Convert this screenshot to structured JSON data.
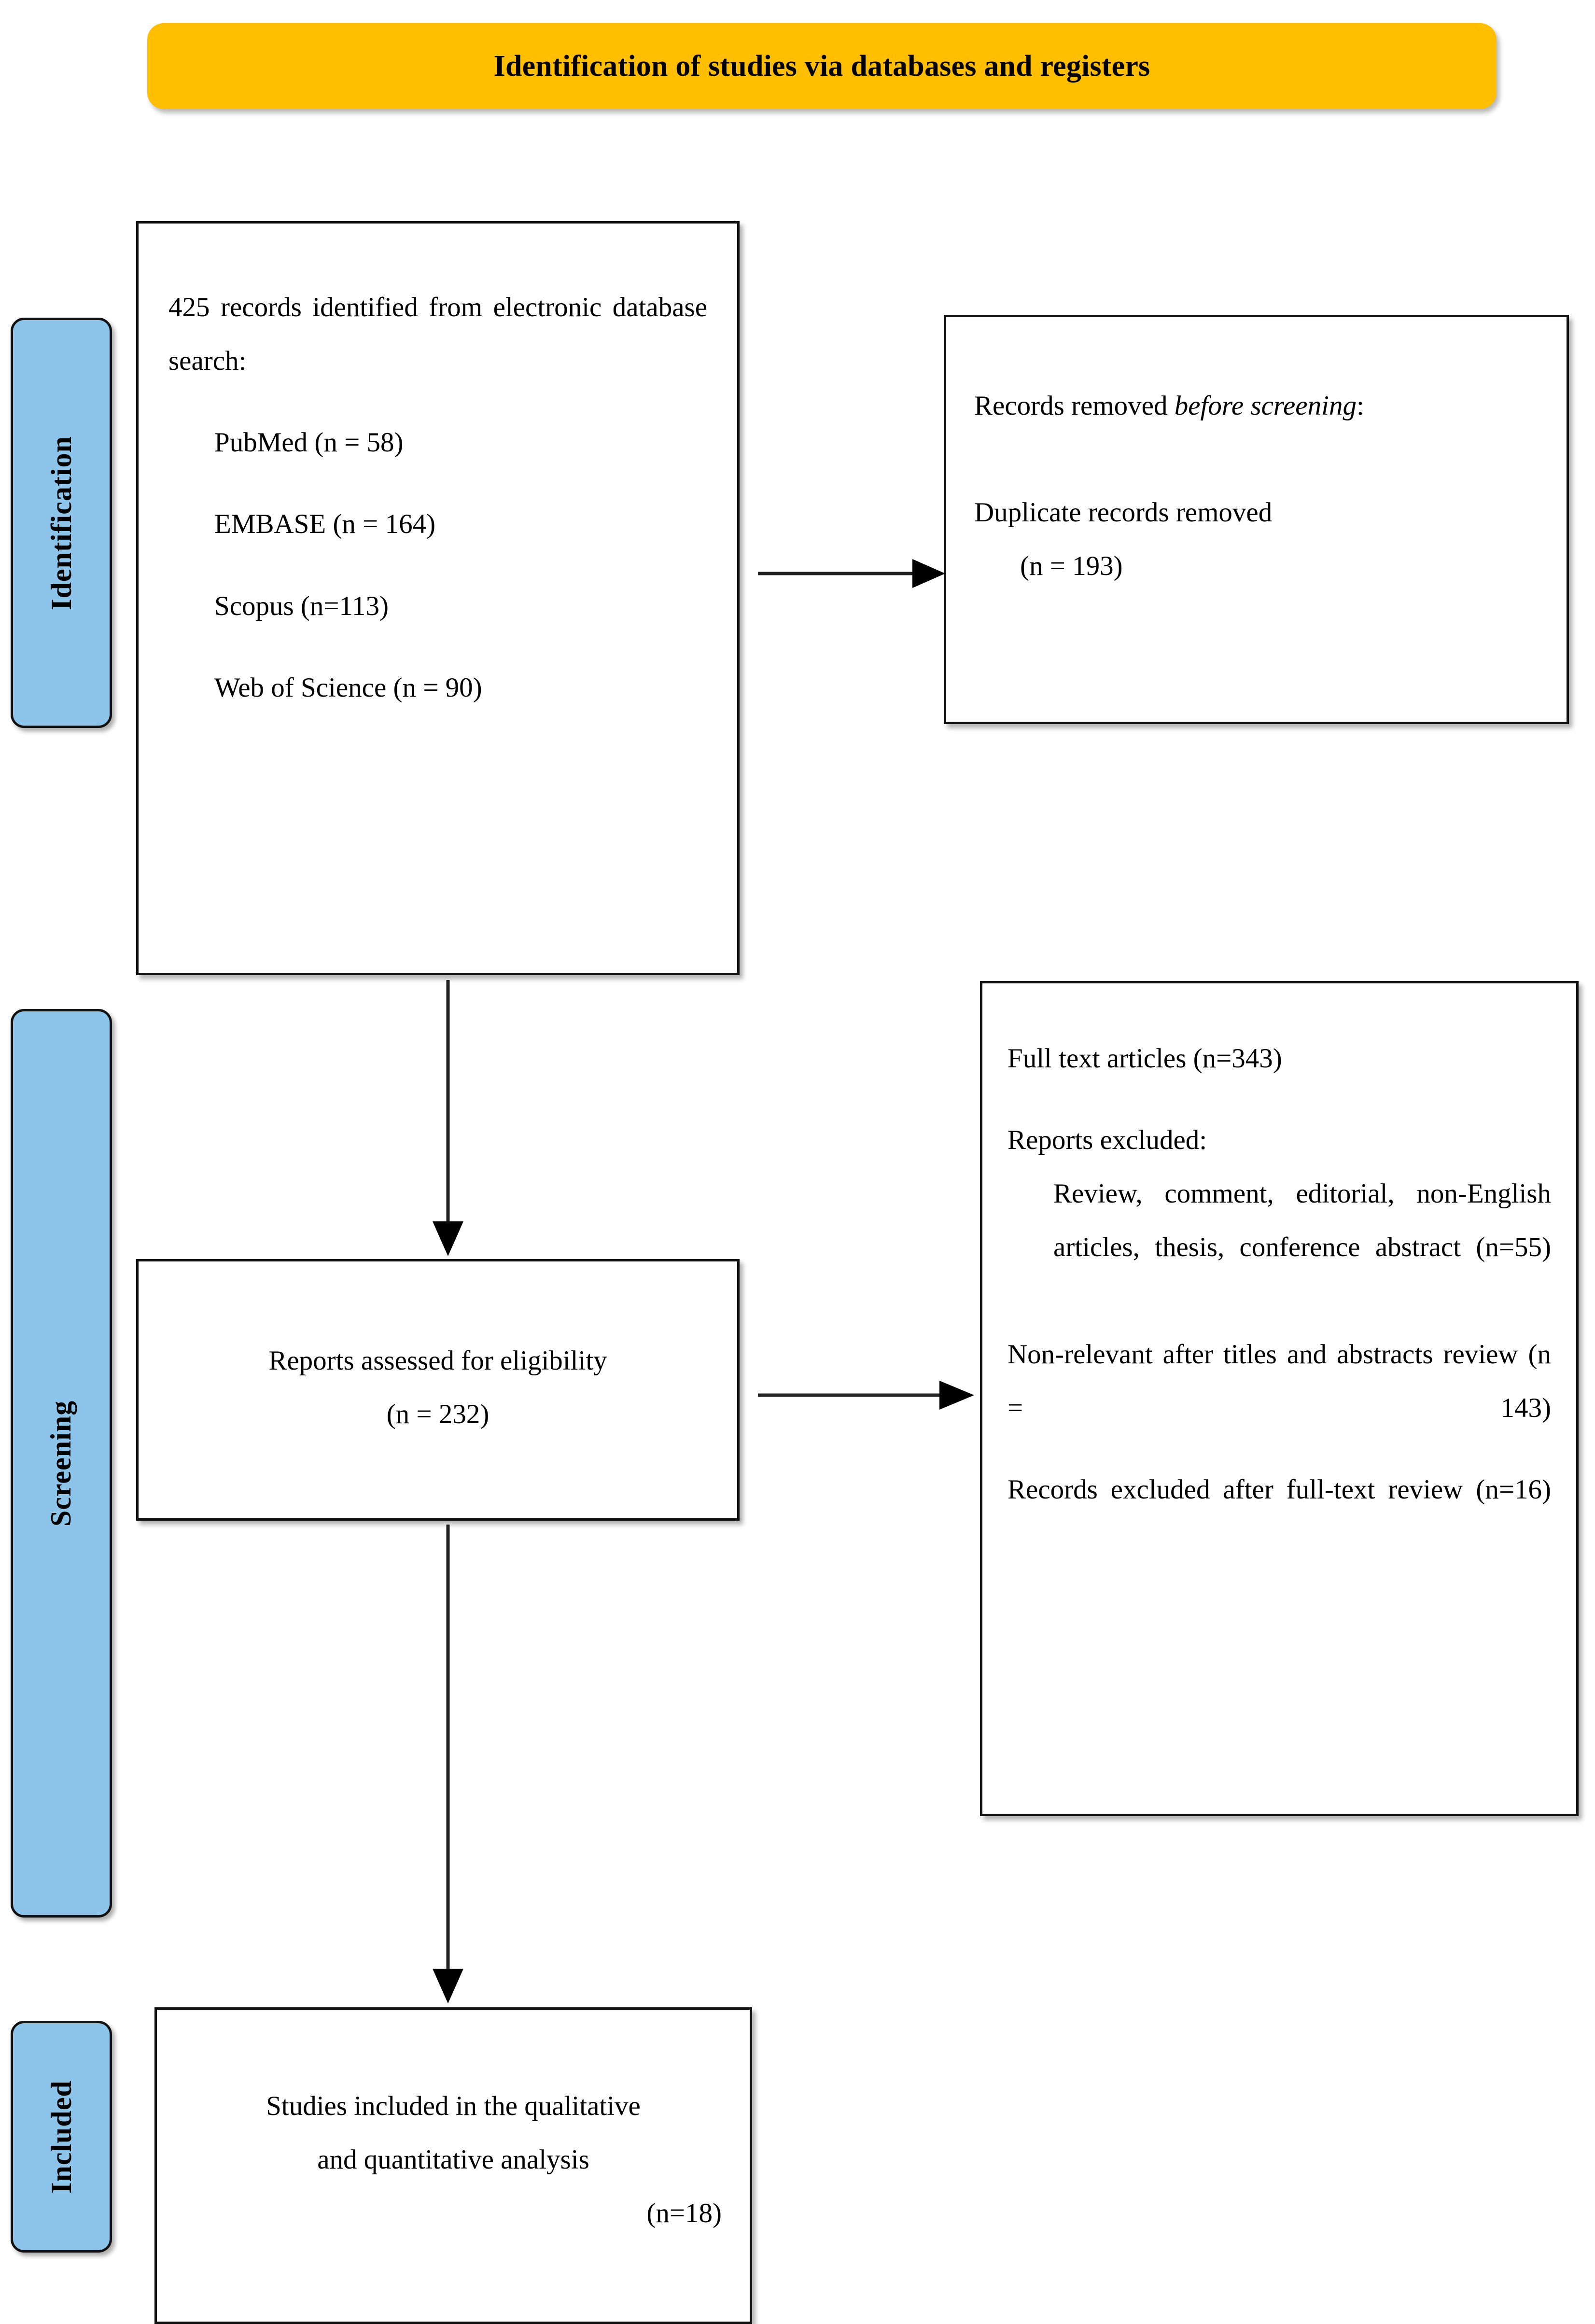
{
  "banner": {
    "title": "Identification of studies via databases and registers",
    "color": "#ffbf00"
  },
  "stages": {
    "color": "#8cc5e9",
    "identification": "Identification",
    "screening": "Screening",
    "included": "Included"
  },
  "boxes": {
    "identified": {
      "heading": "425 records identified from electronic database search:",
      "sources": [
        "PubMed (n = 58)",
        "EMBASE (n = 164)",
        "Scopus (n=113)",
        "Web of Science (n = 90)"
      ]
    },
    "removed": {
      "title_prefix": "Records removed ",
      "title_italic": "before screening",
      "title_suffix": ":",
      "line1": "Duplicate records removed",
      "line2": "(n = 193)"
    },
    "eligibility": {
      "line1": "Reports assessed for eligibility",
      "line2": "(n = 232)"
    },
    "excluded": {
      "full_text": "Full text articles (n=343)",
      "heading": "Reports excluded:",
      "reason1": "Review, comment, editorial, non-English articles, thesis, conference abstract (n=55)",
      "reason2": "Non-relevant after titles and abstracts review (n = 143)",
      "reason3": "Records excluded after full-text review (n=16)"
    },
    "included": {
      "line1": "Studies included in the qualitative",
      "line2": "and quantitative analysis",
      "line3": "(n=18)"
    }
  },
  "arrows": {
    "identified_to_removed": "arrow-right",
    "identified_to_eligibility": "arrow-down",
    "eligibility_to_excluded": "arrow-right",
    "eligibility_to_included": "arrow-down"
  }
}
